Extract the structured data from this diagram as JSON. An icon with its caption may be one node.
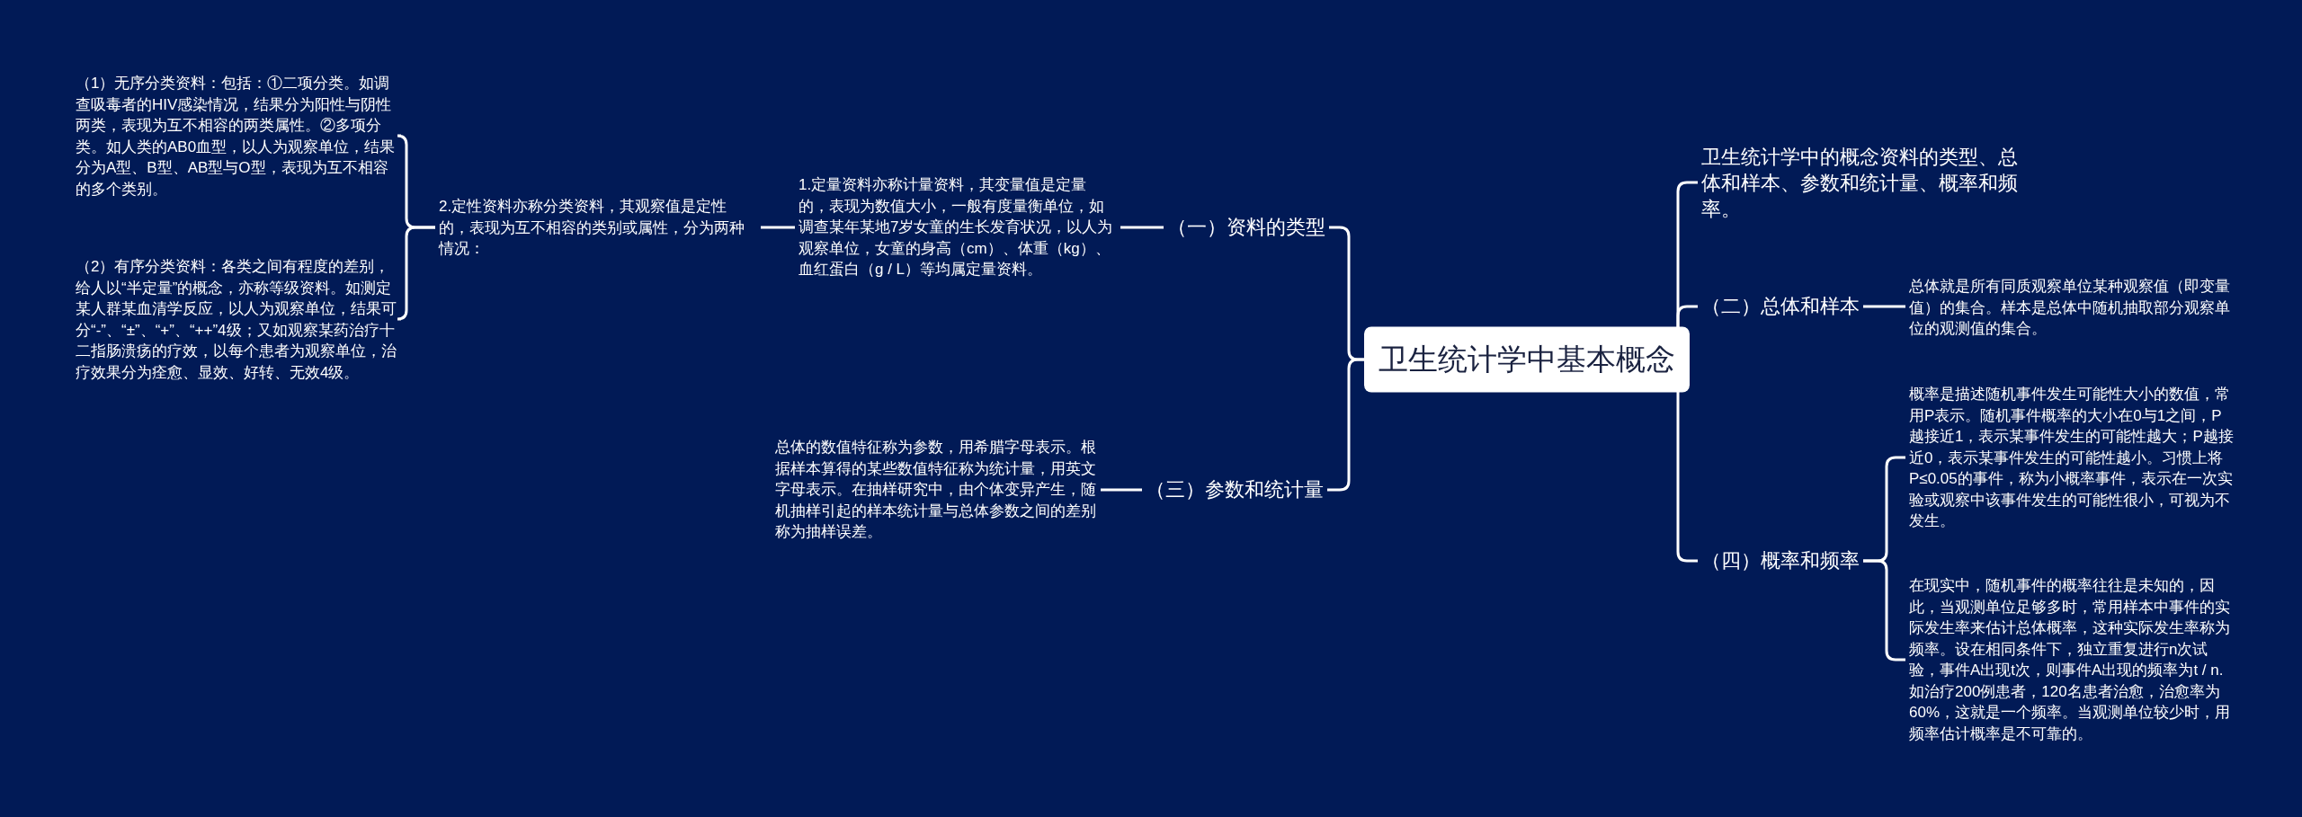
{
  "diagram": {
    "nodes": [
      {
        "text": [
          "卫生统计学中基本概念"
        ]
      },
      {
        "text": [
          "（一）资料的类型"
        ]
      },
      {
        "text": [
          "1.定量资料亦称计量资料，其变量值是定量的，表现为数值大小，一般有度量衡单位，如调查某年某地7岁女童的生长发育状况，以人为观察单位，女童的身高（cm）、体重（kg）、血红蛋白（g / L）等均属定量资料。"
        ]
      },
      {
        "text": [
          "2.定性资料亦称分类资料，其观察值是定性的，表现为互不相容的类别或属性，分为两种情况："
        ]
      },
      {
        "text": [
          "（1）无序分类资料：包括：①二项分类。如调查吸毒者的HIV感染情况，结果分为阳性与阴性两类，表现为互不相容的两类属性。②多项分类。如人类的AB0血型，以人为观察单位，结果分为A型、B型、AB型与O型，表现为互不相容的多个类别。"
        ]
      },
      {
        "text": [
          "（2）有序分类资料：各类之间有程度的差别，给人以“半定量”的概念，亦称等级资料。如测定某人群某血清学反应，以人为观察单位，结果可分“-”、“±”、“+”、“++”4级；又如观察某药治疗十二指肠溃疡的疗效，以每个患者为观察单位，治疗效果分为痊愈、显效、好转、无效4级。"
        ]
      },
      {
        "text": [
          "（三）参数和统计量"
        ]
      },
      {
        "text": [
          "总体的数值特征称为参数，用希腊字母表示。根据样本算得的某些数值特征称为统计量，用英文字母表示。在抽样研究中，由个体变异产生，随机抽样引起的样本统计量与总体参数之间的差别称为抽样误差。"
        ]
      },
      {
        "text": [
          "卫生统计学中的概念资料的类型、总体和样本、参数和统计量、概率和频率。"
        ]
      },
      {
        "text": [
          "（二）总体和样本"
        ]
      },
      {
        "text": [
          "总体就是所有同质观察单位某种观察值（即变量值）的集合。样本是总体中随机抽取部分观察单位的观测值的集合。"
        ]
      },
      {
        "text": [
          "（四）概率和频率"
        ]
      },
      {
        "text": [
          "概率是描述随机事件发生可能性大小的数值，常用P表示。随机事件概率的大小在0与1之间，P越接近1，表示某事件发生的可能性越大；P越接近0，表示某事件发生的可能性越小。习惯上将P≤0.05的事件，称为小概率事件，表示在一次实验或观察中该事件发生的可能性很小，可视为不发生。"
        ]
      },
      {
        "text": [
          "在现实中，随机事件的概率往往是未知的，因此，当观测单位足够多时，常用样本中事件的实际发生率来估计总体概率，这种实际发生率称为频率。设在相同条件下，独立重复进行n次试验，事件A出现t次，则事件A出现的频率为t / n.如治疗200例患者，120名患者治愈，治愈率为60%，这就是一个频率。当观测单位较少时，用频率估计概率是不可靠的。"
        ]
      }
    ],
    "edges": [
      {
        "from": 0,
        "to": 1,
        "arrow": "none"
      },
      {
        "from": 1,
        "to": 2,
        "arrow": "none"
      },
      {
        "from": 2,
        "to": 3,
        "arrow": "none"
      },
      {
        "from": 3,
        "to": 4,
        "arrow": "none"
      },
      {
        "from": 3,
        "to": 5,
        "arrow": "none"
      },
      {
        "from": 0,
        "to": 6,
        "arrow": "none"
      },
      {
        "from": 6,
        "to": 7,
        "arrow": "none"
      },
      {
        "from": 0,
        "to": 8,
        "arrow": "none"
      },
      {
        "from": 0,
        "to": 9,
        "arrow": "none"
      },
      {
        "from": 9,
        "to": 10,
        "arrow": "none"
      },
      {
        "from": 0,
        "to": 11,
        "arrow": "none"
      },
      {
        "from": 11,
        "to": 12,
        "arrow": "none"
      },
      {
        "from": 11,
        "to": 13,
        "arrow": "none"
      }
    ]
  }
}
